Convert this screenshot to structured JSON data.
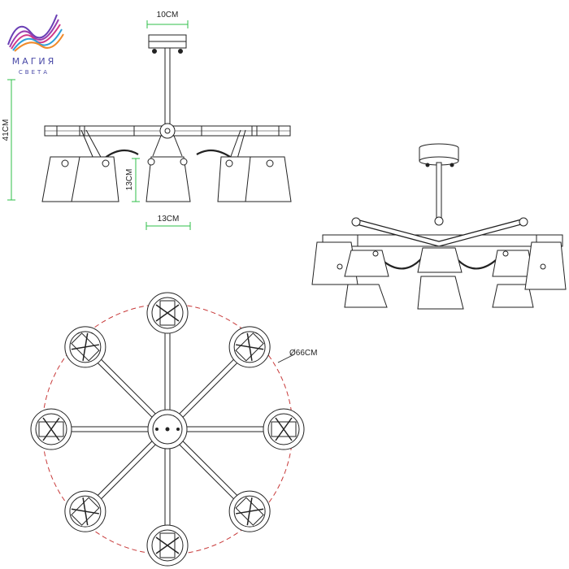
{
  "logo": {
    "name": "МАГИЯ",
    "tagline": "СВЕТА",
    "colors": [
      "#6a3fb5",
      "#d03a8a",
      "#2f9fd8",
      "#f08a2a"
    ]
  },
  "dimensions": {
    "mount_width": "10CM",
    "total_height": "41CM",
    "shade_height": "13CM",
    "shade_width": "13CM",
    "diameter": "Ø66CM"
  },
  "colors": {
    "line": "#222222",
    "dim_green": "#2fbf4a",
    "dim_red": "#c83a3a",
    "background": "#ffffff"
  }
}
